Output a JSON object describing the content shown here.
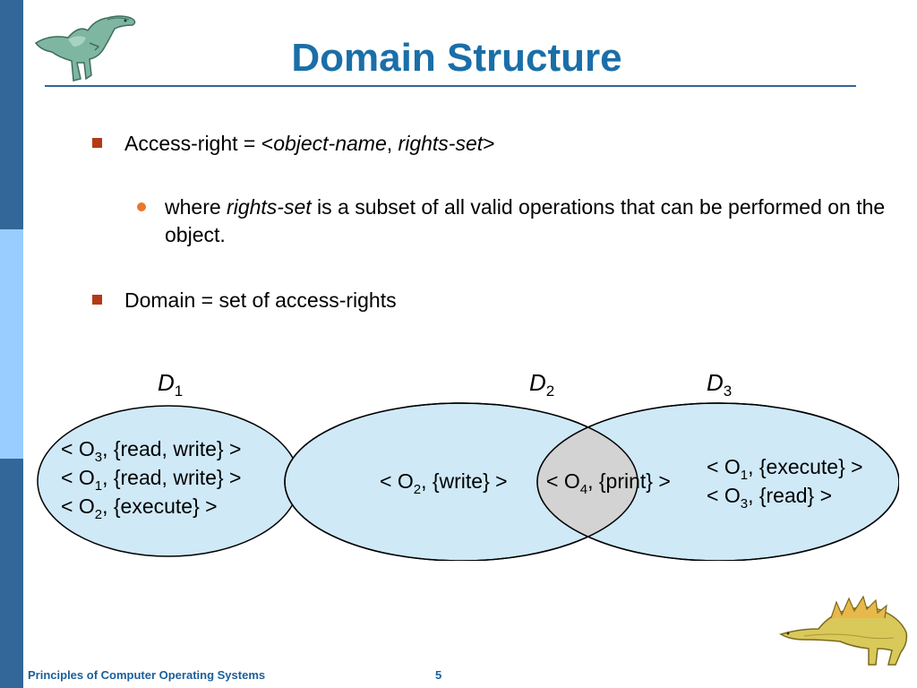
{
  "slide": {
    "title": "Domain Structure",
    "bullets": [
      {
        "prefix": "Access-right = <",
        "obj": "object-name",
        "comma": ", ",
        "rights": "rights-set",
        "suffix": ">"
      },
      {
        "prefix": "where ",
        "em": "rights-set",
        "rest": " is a subset of all valid operations that can be performed on the object."
      },
      {
        "text": "Domain = set of access-rights"
      }
    ],
    "footer": {
      "left": "Principles of Computer Operating Systems",
      "page": "5"
    }
  },
  "diagram": {
    "domains": [
      {
        "label": "D",
        "sub": "1"
      },
      {
        "label": "D",
        "sub": "2"
      },
      {
        "label": "D",
        "sub": "3"
      }
    ],
    "d1_rights": [
      {
        "pre": "< O",
        "sub": "3",
        "post": ", {read, write} >"
      },
      {
        "pre": "< O",
        "sub": "1",
        "post": ", {read, write} >"
      },
      {
        "pre": "< O",
        "sub": "2",
        "post": ", {execute} >"
      }
    ],
    "d2_rights": [
      {
        "pre": "< O",
        "sub": "2",
        "post": ", {write} >"
      }
    ],
    "shared_rights": [
      {
        "pre": "< O",
        "sub": "4",
        "post": ", {print} >"
      }
    ],
    "d3_rights": [
      {
        "pre": "< O",
        "sub": "1",
        "post": ", {execute} >"
      },
      {
        "pre": "< O",
        "sub": "3",
        "post": ", {read} >"
      }
    ],
    "colors": {
      "domain_fill": "#cfe9f7",
      "shared_fill": "#d3d3d3",
      "stroke": "#000000"
    }
  }
}
